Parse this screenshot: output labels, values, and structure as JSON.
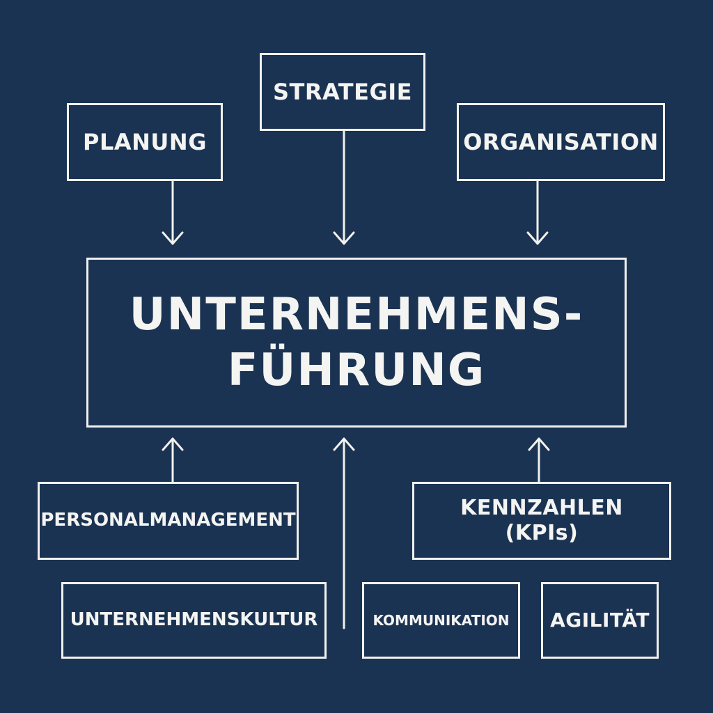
{
  "colors": {
    "background": "#1b3352",
    "line": "#f1f1ef",
    "text": "#f4f4f2"
  },
  "center": {
    "line1": "UNTERNEHMENS-",
    "line2": "FÜHRUNG"
  },
  "top": {
    "planung": "PLANUNG",
    "strategie": "STRATEGIE",
    "organisation": "ORGANISATION"
  },
  "bottom": {
    "personalmanagement": "PERSONALMANAGEMENT",
    "kennzahlen_line1": "KENNZAHLEN",
    "kennzahlen_line2": "(KPIs)",
    "unternehmenskultur": "UNTERNEHMENSKULTUR",
    "kommunikation": "KOMMUNIKATION",
    "agilitaet": "AGILITÄT"
  }
}
